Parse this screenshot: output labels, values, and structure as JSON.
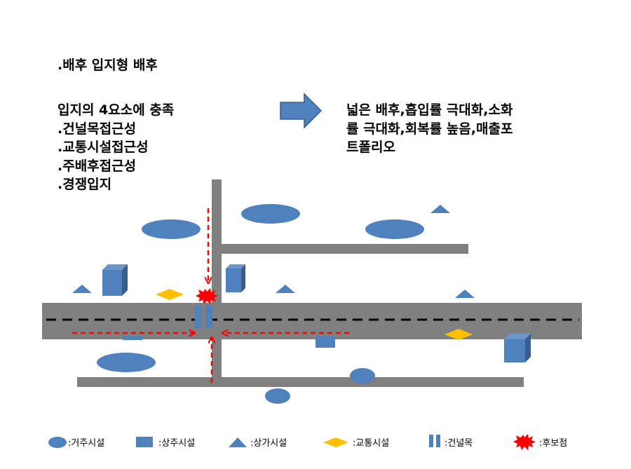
{
  "title_line": ".배후 입지형  배후",
  "intro_line": "입지의 4요소에 충족",
  "factors": [
    ".건널목접근성",
    ".교통시설접근성",
    ".주배후접근성",
    ".경쟁입지"
  ],
  "result_lines": [
    "넓은 배후,흡입률 극대화,소화",
    "률 극대화,회복률 높음,매출포",
    "트폴리오"
  ],
  "legend": [
    {
      "icon": "residential-ellipse-icon",
      "label": ":거주시설"
    },
    {
      "icon": "mixed-use-square-icon",
      "label": ":상주시설"
    },
    {
      "icon": "shop-triangle-icon",
      "label": ":상가시설"
    },
    {
      "icon": "transit-diamond-icon",
      "label": ":교통시설"
    },
    {
      "icon": "crosswalk-bars-icon",
      "label": ":건널목"
    },
    {
      "icon": "candidate-star-icon",
      "label": ":후보점"
    }
  ],
  "colors": {
    "road": "#808080",
    "shape_fill": "#4f81bd",
    "shape_dark": "#385d8a",
    "transit": "#ffc000",
    "flow_arrow": "#ff0000",
    "lane_line": "#000000"
  }
}
